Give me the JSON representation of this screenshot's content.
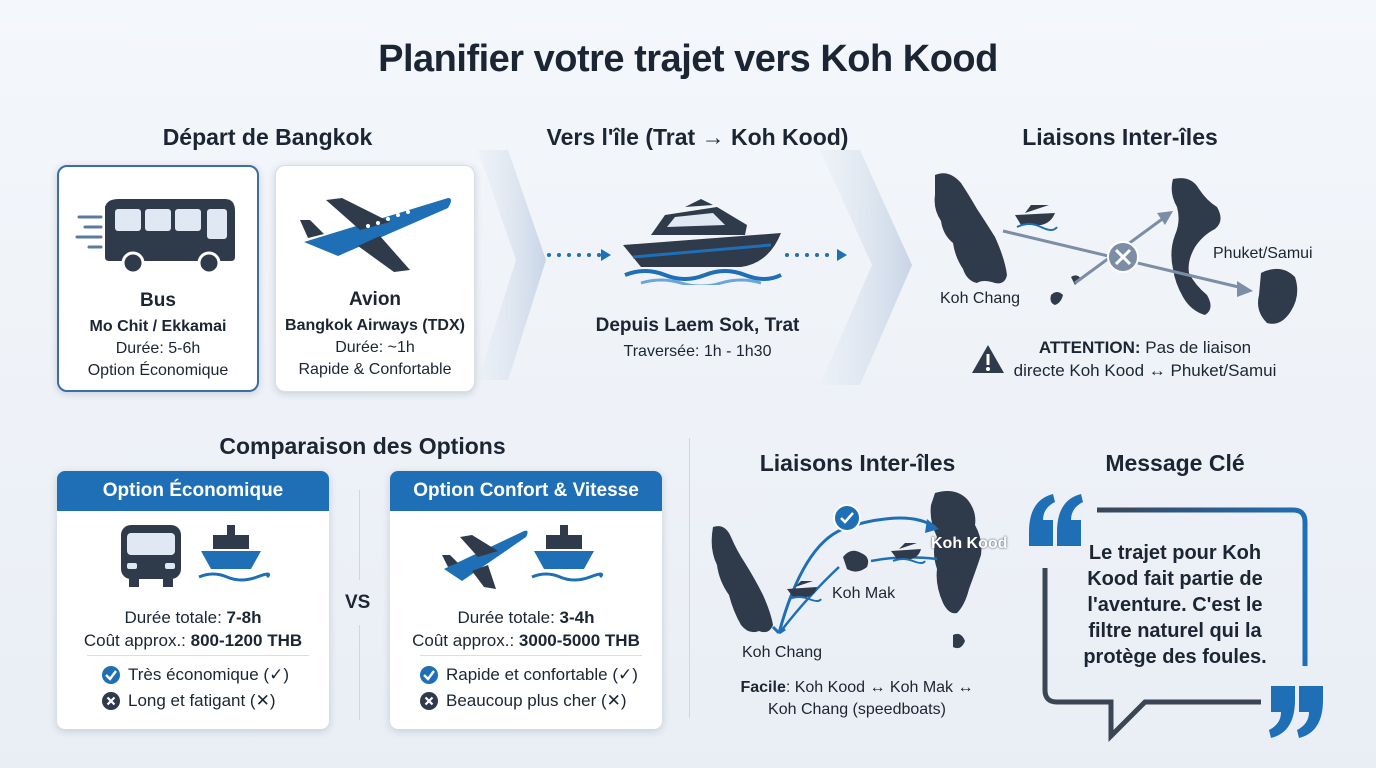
{
  "title": "Planifier votre trajet vers Koh Kood",
  "departure": {
    "heading": "Départ de Bangkok",
    "bus": {
      "name": "Bus",
      "line1": "Mo Chit / Ekkamai",
      "line2": "Durée: 5-6h",
      "line3": "Option Économique"
    },
    "plane": {
      "name": "Avion",
      "line1": "Bangkok Airways (TDX)",
      "line2": "Durée: ~1h",
      "line3": "Rapide & Confortable"
    }
  },
  "island": {
    "heading": "Vers l'île (Trat → Koh Kood)",
    "line1": "Depuis Laem Sok, Trat",
    "line2": "Traversée: 1h - 1h30"
  },
  "interisland_top": {
    "heading": "Liaisons Inter-îles",
    "label_left": "Koh Chang",
    "label_right": "Phuket/Samui",
    "warning_bold": "ATTENTION:",
    "warning_text1": " Pas de liaison",
    "warning_text2": "directe Koh Kood ↔ Phuket/Samui"
  },
  "comparison": {
    "heading": "Comparaison des Options",
    "vs": "VS",
    "eco": {
      "header": "Option Économique",
      "dur_label": "Durée totale: ",
      "dur_value": "7-8h",
      "cost_label": "Coût approx.: ",
      "cost_value": "800-1200 THB",
      "pro": "Très économique (✓)",
      "con": "Long et fatigant (✕)"
    },
    "comfort": {
      "header": "Option Confort & Vitesse",
      "dur_label": "Durée totale: ",
      "dur_value": "3-4h",
      "cost_label": "Coût approx.: ",
      "cost_value": "3000-5000 THB",
      "pro": "Rapide et confortable (✓)",
      "con": "Beaucoup plus cher (✕)"
    }
  },
  "interisland_bottom": {
    "heading": "Liaisons Inter-îles",
    "label_kood": "Koh Kood",
    "label_mak": "Koh Mak",
    "label_chang": "Koh Chang",
    "note_bold": "Facile",
    "note_text1": ": Koh Kood ↔ Koh Mak ↔",
    "note_text2": "Koh Chang (speedboats)"
  },
  "message": {
    "heading": "Message Clé",
    "l1": "Le trajet pour Koh",
    "l2": "Kood fait partie de",
    "l3": "l'aventure. C'est le",
    "l4": "filtre naturel qui la",
    "l5": "protège des foules."
  },
  "colors": {
    "accent": "#1f6fb6",
    "dark": "#2f3a4a",
    "border": "#3a6ea5"
  },
  "icons": [
    "bus-icon",
    "plane-icon",
    "boat-icon",
    "speedboat-icon",
    "warning-icon",
    "check-icon",
    "cross-icon",
    "quote-icon"
  ]
}
